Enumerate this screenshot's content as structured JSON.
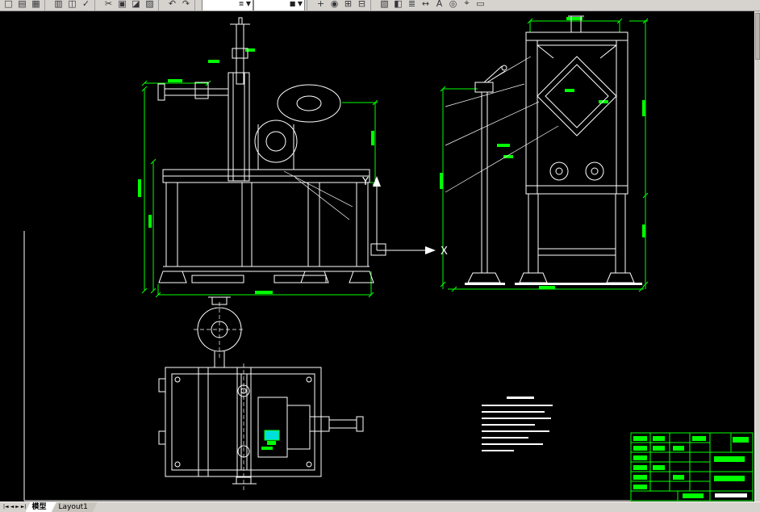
{
  "toolbar": {
    "icons": [
      {
        "name": "new-icon",
        "glyph": "□"
      },
      {
        "name": "open-icon",
        "glyph": "▤"
      },
      {
        "name": "save-icon",
        "glyph": "▦"
      },
      {
        "sep": true
      },
      {
        "name": "plot-icon",
        "glyph": "▥"
      },
      {
        "name": "plot-preview-icon",
        "glyph": "◫"
      },
      {
        "name": "spelling-icon",
        "glyph": "✓"
      },
      {
        "sep": true
      },
      {
        "name": "cut-icon",
        "glyph": "✂"
      },
      {
        "name": "copy-icon",
        "glyph": "▣"
      },
      {
        "name": "paste-icon",
        "glyph": "◪"
      },
      {
        "name": "match-properties-icon",
        "glyph": "▨"
      },
      {
        "sep": true
      },
      {
        "name": "undo-icon",
        "glyph": "↶"
      },
      {
        "name": "redo-icon",
        "glyph": "↷"
      },
      {
        "sep": true
      },
      {
        "name": "layer-control-dropdown",
        "glyph": "≣ ▼",
        "wide": true
      },
      {
        "name": "color-control-dropdown",
        "glyph": "■ ▼",
        "wide": true
      },
      {
        "sep": true
      },
      {
        "name": "pan-icon",
        "glyph": "+"
      },
      {
        "name": "zoom-realtime-icon",
        "glyph": "◉"
      },
      {
        "name": "zoom-window-icon",
        "glyph": "⊞"
      },
      {
        "name": "zoom-previous-icon",
        "glyph": "⊟"
      },
      {
        "sep": true
      },
      {
        "name": "properties-icon",
        "glyph": "▧"
      },
      {
        "name": "design-center-icon",
        "glyph": "◧"
      },
      {
        "name": "layers-icon",
        "glyph": "≣"
      },
      {
        "name": "distance-icon",
        "glyph": "↔"
      },
      {
        "name": "text-icon",
        "glyph": "A"
      },
      {
        "name": "center-snap-icon",
        "glyph": "◎"
      },
      {
        "name": "osnap-icon",
        "glyph": "⌖"
      },
      {
        "name": "rectangle-icon",
        "glyph": "▭"
      }
    ]
  },
  "canvas": {
    "ucs": {
      "x_label": "X",
      "y_label": "Y"
    },
    "colors": {
      "line": "#ffffff",
      "dimension": "#00ff00",
      "highlight": "#00dede",
      "background": "#000000"
    }
  },
  "tabs": {
    "nav": [
      "|◄",
      "◄",
      "►",
      "►|"
    ],
    "items": [
      {
        "label": "模型",
        "active": true
      },
      {
        "label": "Layout1",
        "active": false
      }
    ]
  }
}
